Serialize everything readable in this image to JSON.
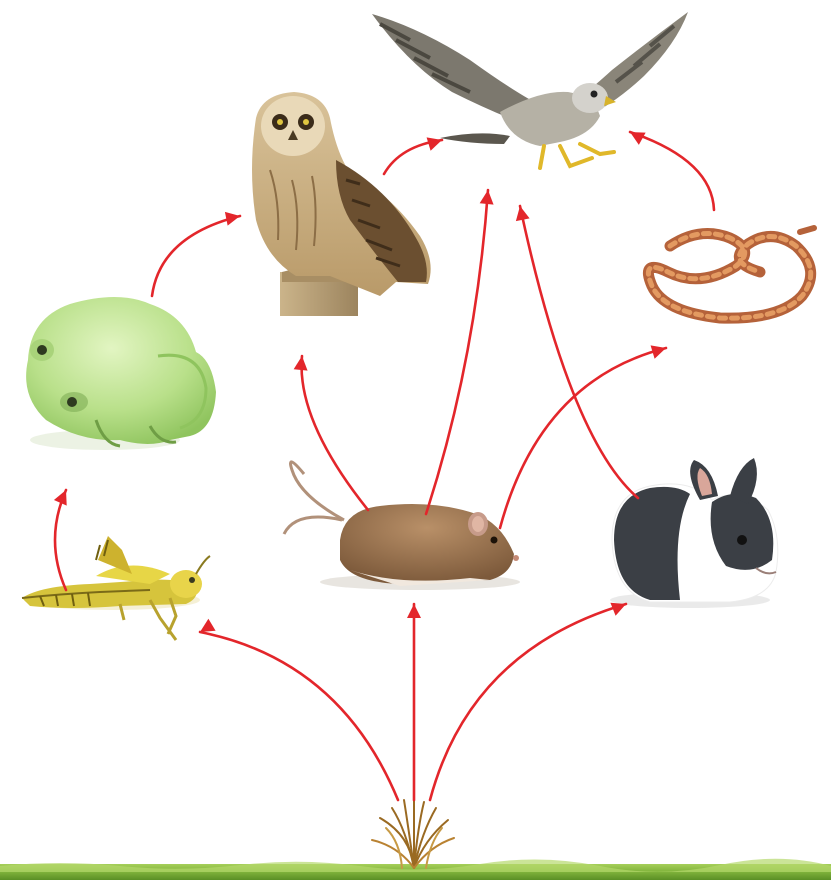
{
  "diagram": {
    "type": "food-web",
    "arrow_color": "#e3262b",
    "organisms": [
      {
        "id": "grass",
        "icon": "grass-icon"
      },
      {
        "id": "grasshopper",
        "icon": "grasshopper-icon"
      },
      {
        "id": "mouse",
        "icon": "mouse-icon"
      },
      {
        "id": "rabbit",
        "icon": "rabbit-icon"
      },
      {
        "id": "frog",
        "icon": "frog-icon"
      },
      {
        "id": "owl",
        "icon": "owl-icon"
      },
      {
        "id": "snake",
        "icon": "snake-icon"
      },
      {
        "id": "hawk",
        "icon": "hawk-icon"
      }
    ],
    "links": [
      {
        "from": "grass",
        "to": "grasshopper"
      },
      {
        "from": "grass",
        "to": "mouse"
      },
      {
        "from": "grass",
        "to": "rabbit"
      },
      {
        "from": "grasshopper",
        "to": "frog"
      },
      {
        "from": "frog",
        "to": "owl"
      },
      {
        "from": "mouse",
        "to": "owl"
      },
      {
        "from": "mouse",
        "to": "hawk"
      },
      {
        "from": "mouse",
        "to": "snake"
      },
      {
        "from": "rabbit",
        "to": "hawk"
      },
      {
        "from": "owl",
        "to": "hawk"
      },
      {
        "from": "snake",
        "to": "hawk"
      }
    ]
  }
}
